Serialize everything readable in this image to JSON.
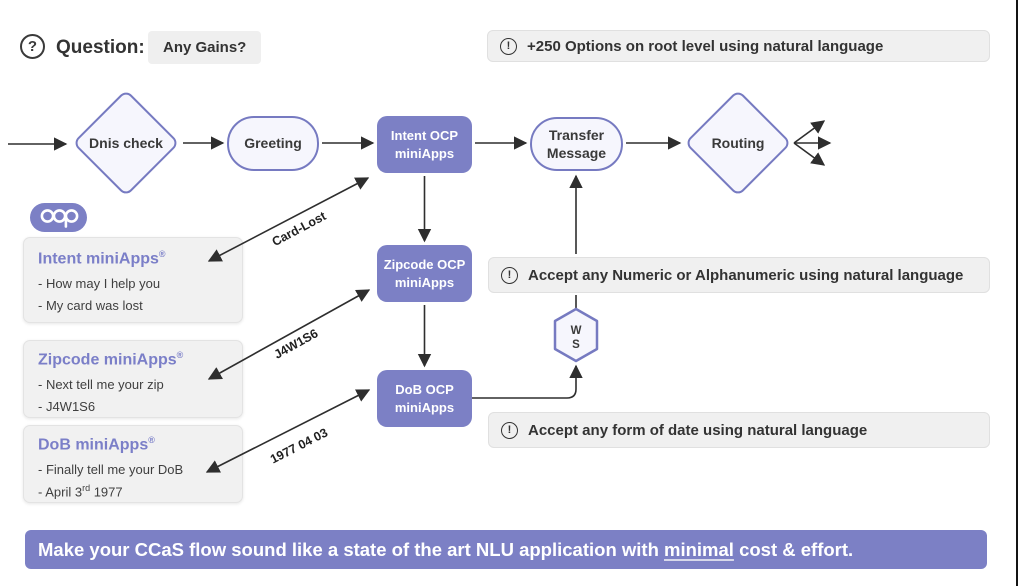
{
  "question": {
    "icon_glyph": "?",
    "label": "Question:",
    "value": "Any Gains?"
  },
  "callouts": [
    {
      "icon_glyph": "!",
      "text": "+250 Options on root level using natural language"
    },
    {
      "icon_glyph": "!",
      "text": "Accept any Numeric or Alphanumeric using natural language"
    },
    {
      "icon_glyph": "!",
      "text": "Accept any form of date using natural language"
    }
  ],
  "nodes": {
    "dnis": {
      "label": "Dnis check"
    },
    "greeting": {
      "label": "Greeting"
    },
    "intent": {
      "line1": "Intent OCP",
      "line2": "miniApps"
    },
    "transfer": {
      "line1": "Transfer",
      "line2": "Message"
    },
    "routing": {
      "label": "Routing"
    },
    "zipcode": {
      "line1": "Zipcode OCP",
      "line2": "miniApps"
    },
    "dob": {
      "line1": "DoB OCP",
      "line2": "miniApps"
    },
    "ws": {
      "line1": "W",
      "line2": "S"
    }
  },
  "edge_labels": [
    {
      "text": "Card-Lost"
    },
    {
      "text": "J4W1S6"
    },
    {
      "text": "1977 04 03"
    }
  ],
  "logo": {
    "name": "ocp"
  },
  "panels": [
    {
      "title": "Intent miniApps",
      "reg": "®",
      "items": [
        "- How may I help you",
        "- My card was lost"
      ]
    },
    {
      "title": "Zipcode miniApps",
      "reg": "®",
      "items": [
        "- Next tell me your zip",
        "- J4W1S6"
      ]
    },
    {
      "title": "DoB miniApps",
      "reg": "®",
      "items": [
        "- Finally tell me your DoB"
      ],
      "date_item": {
        "prefix": "- April 3",
        "sup": "rd",
        "suffix": " 1977"
      }
    }
  ],
  "banner": {
    "prefix": "Make your CCaS flow sound like a state of the art NLU application with ",
    "underlined": "minimal",
    "suffix": " cost & effort."
  },
  "colors": {
    "purple": "#7c80c5",
    "purple_border": "#767ac1",
    "light_node_fill": "#f6f6fd",
    "gray_box": "#f0f0f0",
    "arrow": "#2e2e2e"
  }
}
